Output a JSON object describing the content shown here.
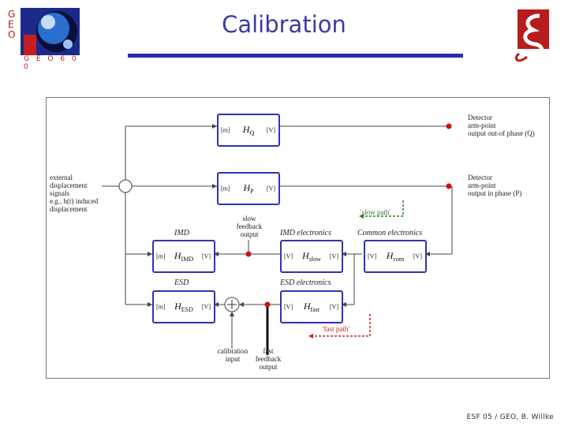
{
  "slide": {
    "title": "Calibration",
    "footer": "ESF 05 / GEO, B. Willke",
    "geo_logo_letters": [
      "G",
      "E",
      "O"
    ],
    "geo_logo_bottom": "G E O 6 0 0"
  },
  "diagram": {
    "blocks": [
      {
        "id": "hq",
        "name": "H",
        "sub": "Q",
        "in": "[m]",
        "out": "[V]"
      },
      {
        "id": "hp",
        "name": "H",
        "sub": "P",
        "in": "[m]",
        "out": "[V]"
      },
      {
        "id": "himd",
        "name": "H",
        "sub": "IMD",
        "in": "[m]",
        "out": "[V]"
      },
      {
        "id": "hslow",
        "name": "H",
        "sub": "slow",
        "in": "[V]",
        "out": "[V]"
      },
      {
        "id": "hcom",
        "name": "H",
        "sub": "com",
        "in": "[V]",
        "out": "[V]"
      },
      {
        "id": "hesd",
        "name": "H",
        "sub": "ESD",
        "in": "[m]",
        "out": "[V]"
      },
      {
        "id": "hfast",
        "name": "H",
        "sub": "fast",
        "in": "[V]",
        "out": "[V]"
      }
    ],
    "section_labels": {
      "imd": "IMD",
      "imd_electronics": "IMD electronics",
      "common_electronics": "Common electronics",
      "esd": "ESD",
      "esd_electronics": "ESD electronics"
    },
    "annotations": {
      "detector_q": "Detector\narm-point\noutput out-of phase (Q)",
      "detector_p": "Detector\narm-point\noutput in phase (P)",
      "external": "external\ndisplacement\nsignals\ne.g., h(t) induced\ndisplacement",
      "slow_feedback": "slow\nfeedback\noutput",
      "slow_path": "'slow path'",
      "fast_path": "'fast path'",
      "calibration_input": "calibration\ninput",
      "fast_feedback": "fast\nfeedback\noutput"
    },
    "colors": {
      "block_border": "#3232b4",
      "probe": "#cc1111",
      "slow_path": "#2c7a2c",
      "fast_path": "#cc2222"
    }
  }
}
